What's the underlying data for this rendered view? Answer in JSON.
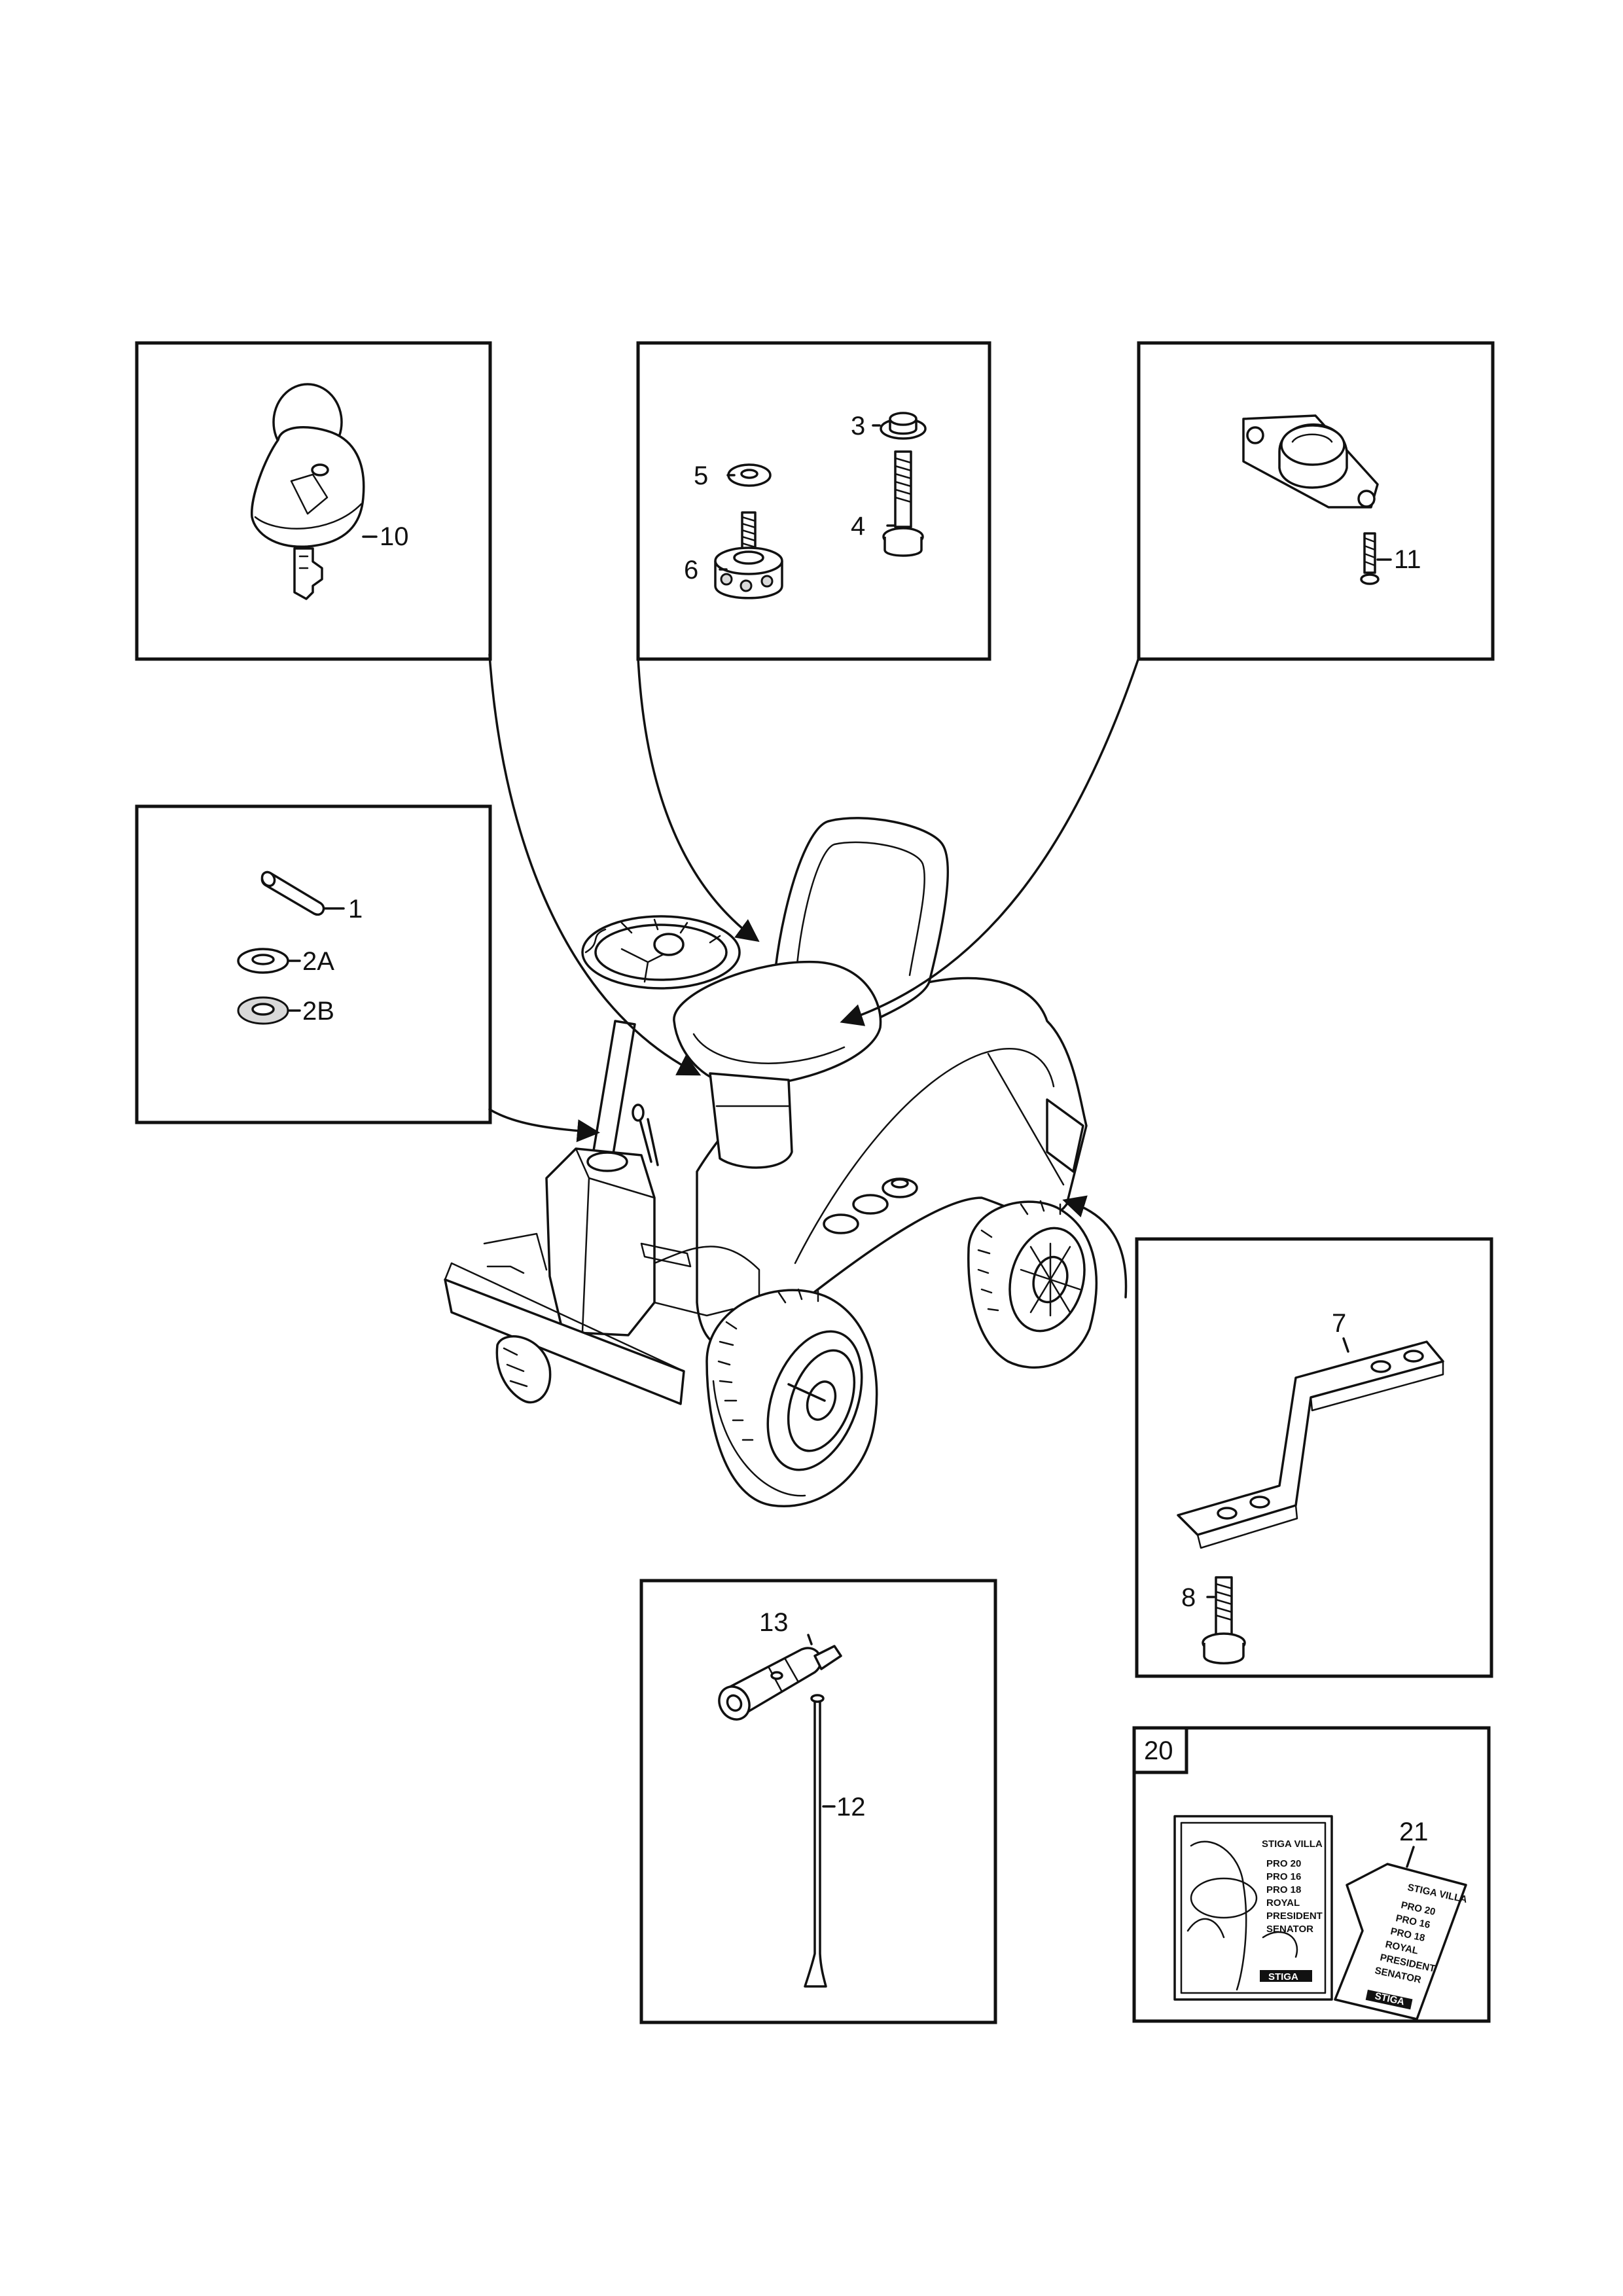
{
  "callouts": {
    "c1": "1",
    "c2a": "2A",
    "c2b": "2B",
    "c3": "3",
    "c4": "4",
    "c5": "5",
    "c6": "6",
    "c7": "7",
    "c8": "8",
    "c10": "10",
    "c11": "11",
    "c12": "12",
    "c13": "13",
    "c20": "20",
    "c21": "21"
  },
  "manual_cover": {
    "brand_title": "STIGA VILLA",
    "models": [
      "PRO 20",
      "PRO 16",
      "PRO 18",
      "ROYAL",
      "PRESIDENT",
      "SENATOR"
    ],
    "logo_text": "STIGA"
  },
  "manual_sheet": {
    "brand_title": "STIGA VILLA",
    "models": [
      "PRO 20",
      "PRO 16",
      "PRO 18",
      "ROYAL",
      "PRESIDENT",
      "SENATOR"
    ],
    "logo_text": "STIGA"
  }
}
